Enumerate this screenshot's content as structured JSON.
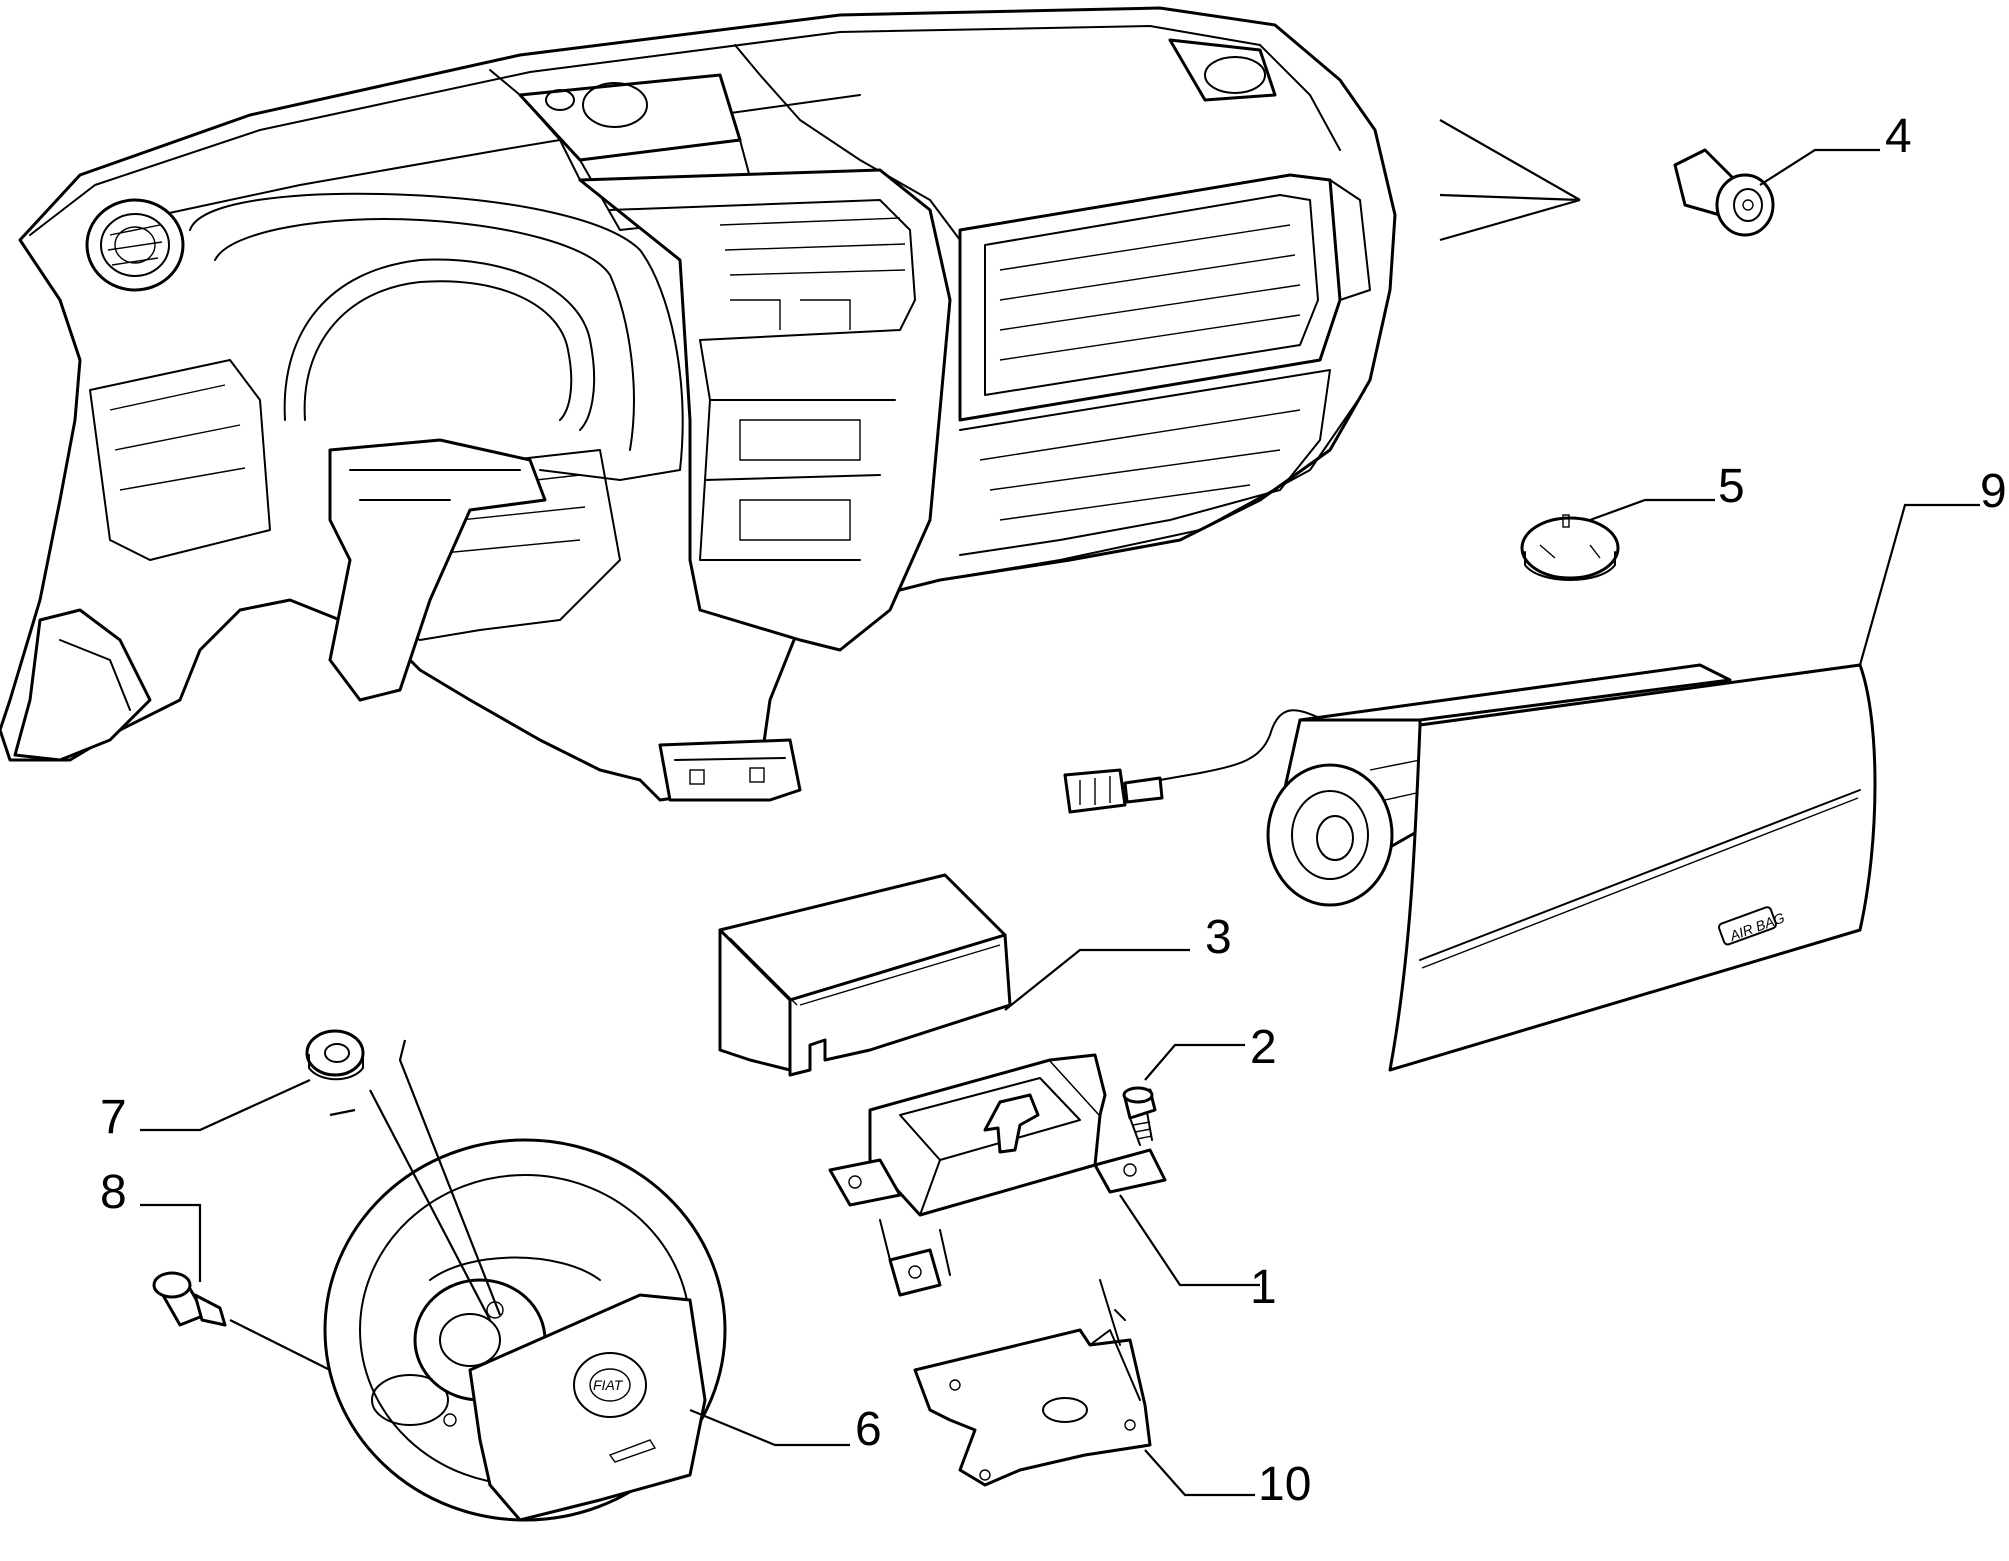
{
  "diagram": {
    "callouts": [
      {
        "id": "1",
        "label": "1"
      },
      {
        "id": "2",
        "label": "2"
      },
      {
        "id": "3",
        "label": "3"
      },
      {
        "id": "4",
        "label": "4"
      },
      {
        "id": "5",
        "label": "5"
      },
      {
        "id": "6",
        "label": "6"
      },
      {
        "id": "7",
        "label": "7"
      },
      {
        "id": "8",
        "label": "8"
      },
      {
        "id": "9",
        "label": "9"
      },
      {
        "id": "10",
        "label": "10"
      }
    ],
    "marks": {
      "wheel_badge": "FIAT",
      "airbag_badge": "AIR BAG"
    },
    "colors": {
      "line": "#000000",
      "background": "#ffffff"
    }
  }
}
